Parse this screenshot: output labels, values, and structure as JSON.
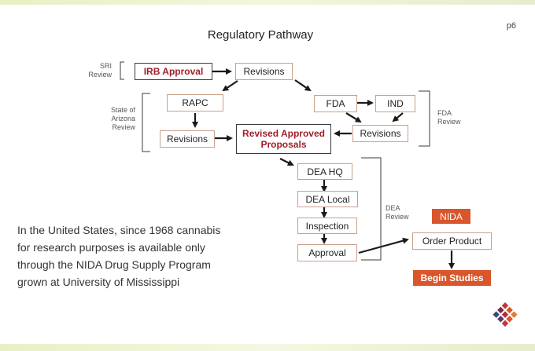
{
  "slide": {
    "title": "Regulatory Pathway",
    "page_label": "p6"
  },
  "side_labels": {
    "sri": [
      "SRI",
      "Review"
    ],
    "state": [
      "State of",
      "Arizona",
      "Review"
    ],
    "fda": [
      "FDA",
      "Review"
    ],
    "dea": [
      "DEA",
      "Review"
    ]
  },
  "boxes": {
    "irb_approval": "IRB Approval",
    "revisions_top": "Revisions",
    "rapc": "RAPC",
    "revisions_left": "Revisions",
    "revised_approved": [
      "Revised Approved",
      "Proposals"
    ],
    "fda": "FDA",
    "ind": "IND",
    "revisions_right": "Revisions",
    "dea_hq": "DEA HQ",
    "dea_local": "DEA Local",
    "inspection": "Inspection",
    "approval": "Approval",
    "nida": "NIDA",
    "order_product": "Order Product",
    "begin_studies": "Begin Studies"
  },
  "note_lines": [
    "In the United States, since 1968 cannabis",
    "for research purposes is available only",
    "through the NIDA Drug Supply Program",
    "grown at University of Mississippi"
  ],
  "colors": {
    "accent_red": "#9e1f2a",
    "accent_orange": "#d9552b",
    "box_border": "#c9a08a"
  },
  "logo": {
    "icon": "diamond-grid-logo"
  }
}
